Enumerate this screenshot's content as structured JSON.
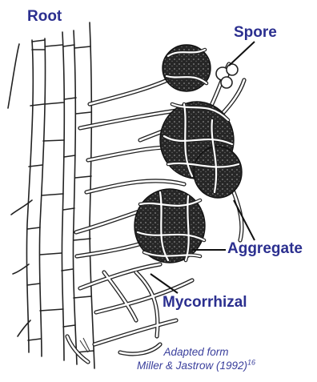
{
  "labels": {
    "root": "Root",
    "spore": "Spore",
    "aggregate": "Aggregate",
    "mycorrhizal": "Mycorrhizal"
  },
  "caption": {
    "line1": "Adapted form",
    "line2": "Miller & Jastrow (1992)",
    "reference": "16"
  },
  "colors": {
    "label_text": "#2b2f8f",
    "aggregate_fill": "#2a2a2a",
    "root_line": "#222222"
  }
}
